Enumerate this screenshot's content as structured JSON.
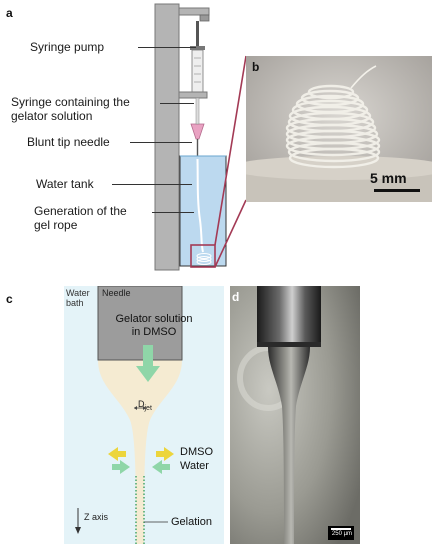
{
  "panels": {
    "a": {
      "letter": "a",
      "labels": [
        {
          "key": "syringe_pump",
          "lines": [
            "Syringe pump"
          ]
        },
        {
          "key": "syringe",
          "lines": [
            "Syringe containing the",
            "gelator solution"
          ]
        },
        {
          "key": "needle",
          "lines": [
            "Blunt tip needle"
          ]
        },
        {
          "key": "tank",
          "lines": [
            "Water tank"
          ]
        },
        {
          "key": "rope",
          "lines": [
            "Generation of the",
            "gel rope"
          ]
        }
      ]
    },
    "b": {
      "letter": "b",
      "scale_bar": "5 mm"
    },
    "c": {
      "letter": "c",
      "water_bath": [
        "Water",
        "bath"
      ],
      "needle": "Needle",
      "gelator": [
        "Gelator solution",
        "in DMSO"
      ],
      "djet": "D",
      "djet_sub": "jet",
      "dmso": "DMSO",
      "water": "Water",
      "z_axis": "Z axis",
      "gelation": "Gelation"
    },
    "d": {
      "letter": "d",
      "scale_bar": "250 µm"
    }
  },
  "colors": {
    "frame": "#b0b0b0",
    "water": "#bcd9ef",
    "callout": "#a33a55",
    "needle_tip": "#e9a2c2",
    "gel_funnel": "#f5ebd2",
    "green_arrow": "#8fd6a8",
    "yellow_arrow": "#ecd53c"
  }
}
